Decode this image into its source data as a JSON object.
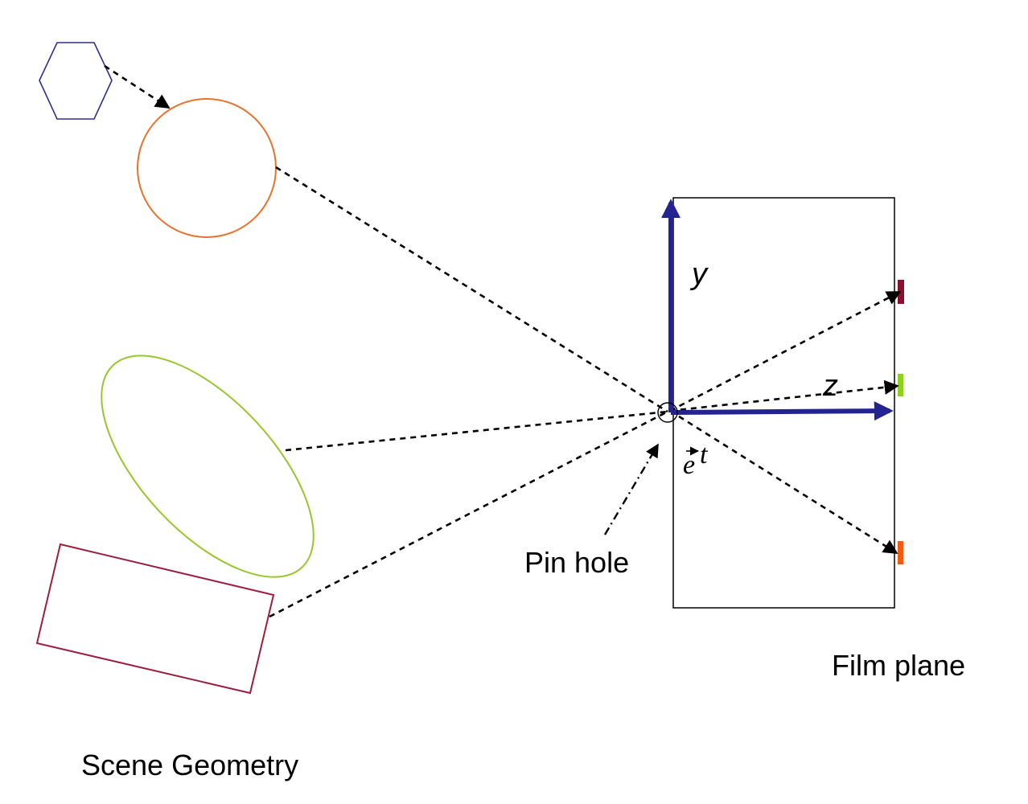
{
  "labels": {
    "pin_hole": "Pin hole",
    "film_plane": "Film plane",
    "scene_geometry": "Scene Geometry",
    "axis_y": "y",
    "axis_z": "z",
    "eye_vector_base": "e",
    "eye_vector_superscript": "t"
  },
  "colors": {
    "hexagon": "#2e2e8f",
    "circle": "#e8722b",
    "ellipse": "#98c72b",
    "rectangle": "#9b1f3f",
    "axis": "#232391",
    "film_mark_top": "#8b0f2e",
    "film_mark_middle": "#8fd01c",
    "film_mark_bottom": "#f25c12"
  }
}
